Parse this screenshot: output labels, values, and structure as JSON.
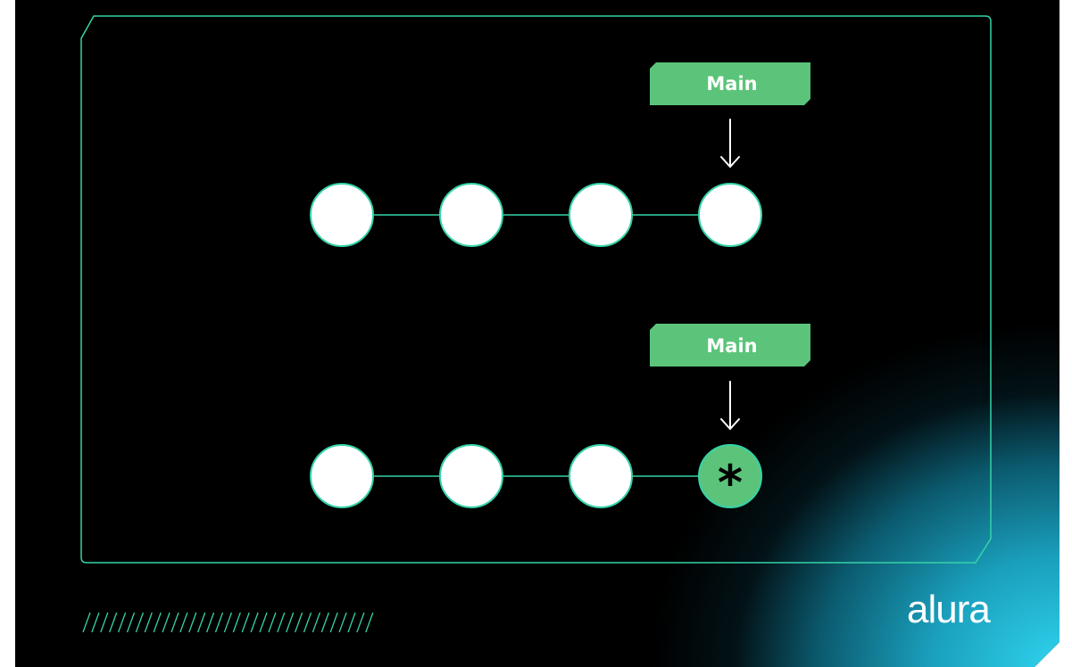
{
  "diagram": {
    "branch_label": "Main",
    "rows": [
      {
        "commits": 4,
        "head_marker": ""
      },
      {
        "commits": 4,
        "head_marker": "*"
      }
    ]
  },
  "brand": {
    "logo_text": "alura"
  },
  "colors": {
    "background": "#000000",
    "accent_green": "#5bc47a",
    "frame_line": "#35d3a8",
    "commit_fill": "#ffffff",
    "glow": "#2fd3ee"
  }
}
